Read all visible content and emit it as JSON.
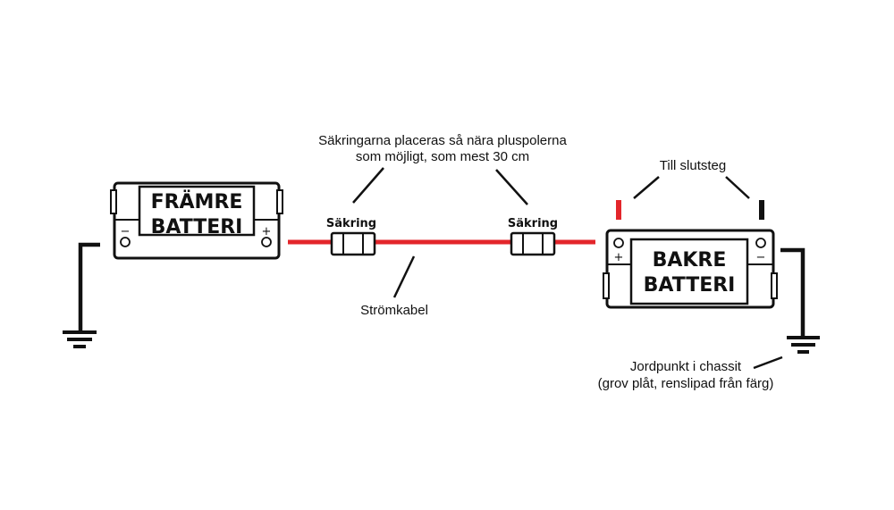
{
  "diagram": {
    "front_battery": {
      "line1": "FRÄMRE",
      "line2": "BATTERI",
      "minus": "−",
      "plus": "+"
    },
    "rear_battery": {
      "line1": "BAKRE",
      "line2": "BATTERI",
      "minus": "−",
      "plus": "+"
    },
    "fuse_left_label": "Säkring",
    "fuse_right_label": "Säkring",
    "fuse_note_line1": "Säkringarna placeras så nära pluspolerna",
    "fuse_note_line2": "som möjligt, som mest 30 cm",
    "cable_label": "Strömkabel",
    "amp_label": "Till slutsteg",
    "ground_label_line1": "Jordpunkt i chassit",
    "ground_label_line2": "(grov plåt, renslipad från färg)",
    "colors": {
      "cable": "#e3262b",
      "outline": "#111111",
      "background": "#ffffff"
    }
  }
}
